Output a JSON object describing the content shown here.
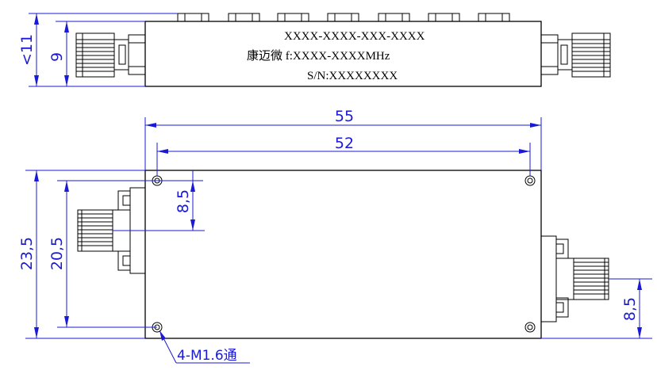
{
  "top_view": {
    "label_line1": "XXXX-XXXX-XXX-XXXX",
    "label_line2": "康迈微 f:XXXX-XXXXMHz",
    "label_line3": "S/N:XXXXXXXX",
    "dim_height_max": "<11",
    "dim_body_height": "9"
  },
  "plan_view": {
    "dim_overall_length": "55",
    "dim_hole_spacing_x": "52",
    "dim_overall_width": "23,5",
    "dim_hole_spacing_y": "20,5",
    "dim_left_port_offset": "8,5",
    "dim_right_port_offset": "8,5",
    "hole_callout": "4-M1.6通"
  },
  "colors": {
    "outline": "#000000",
    "dimension": "#1a1ad6"
  }
}
